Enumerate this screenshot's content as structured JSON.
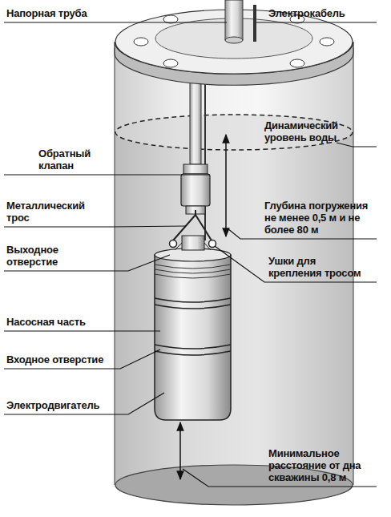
{
  "diagram": {
    "labels": [
      "Напорная труба",
      "Электрокабель",
      "Динамический уровень воды",
      "Обратный клапан",
      "Металлический трос",
      "Глубина погружения не менее 0,5 м и не более 80 м",
      "Выходное отверстие",
      "Ушки для крепления тросом",
      "Насосная часть",
      "Входное отверстие",
      "Электродвигатель",
      "Минимальное расстояние от дна скважины 0,8 м"
    ]
  }
}
